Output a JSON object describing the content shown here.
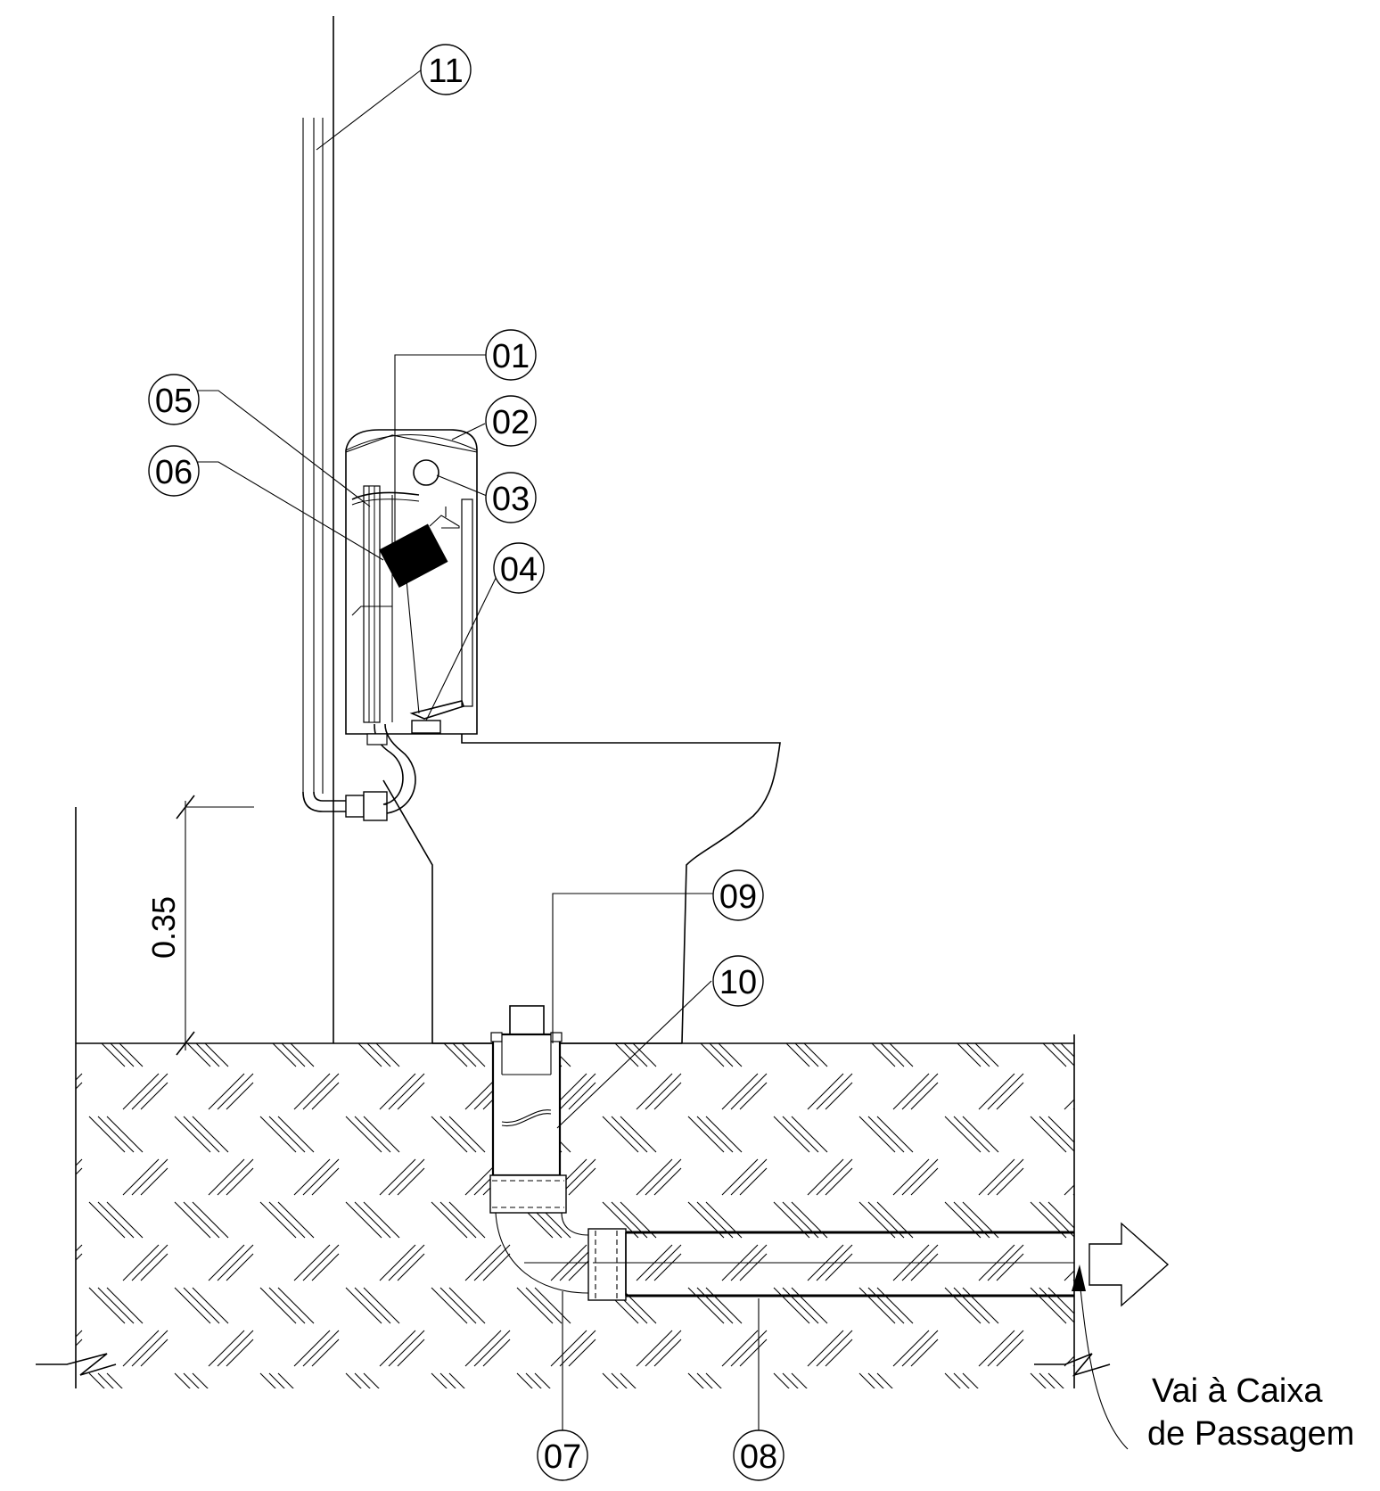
{
  "tags": {
    "t01": "01",
    "t02": "02",
    "t03": "03",
    "t04": "04",
    "t05": "05",
    "t06": "06",
    "t07": "07",
    "t08": "08",
    "t09": "09",
    "t10": "10",
    "t11": "11"
  },
  "dimension": {
    "height": "0.35"
  },
  "note": {
    "line1": "Vai à Caixa",
    "line2": "de Passagem"
  }
}
